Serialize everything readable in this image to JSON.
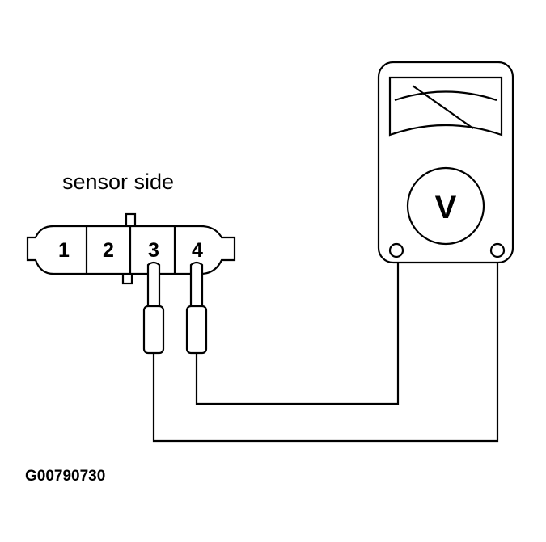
{
  "caption": "sensor side",
  "connector_pins": [
    "1",
    "2",
    "3",
    "4"
  ],
  "meter_symbol": "V",
  "figure_code": "G00790730"
}
